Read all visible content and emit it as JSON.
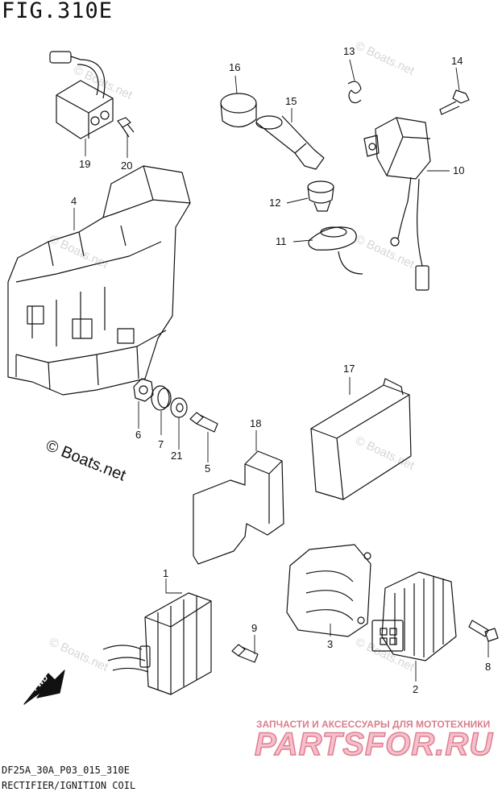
{
  "figure": {
    "title": "FIG.310E",
    "code": "DF25A_30A_P03_015_310E",
    "description": "RECTIFIER/IGNITION COIL"
  },
  "copyright": "© Boats.net",
  "watermark": "© Boats.net",
  "direction_label": "FWD",
  "shop": {
    "tagline": "ЗАПЧАСТИ И АКСЕССУАРЫ ДЛЯ МОТОТЕХНИКИ",
    "logo": "PARTSFOR.RU"
  },
  "callouts": [
    "1",
    "2",
    "3",
    "4",
    "5",
    "6",
    "7",
    "8",
    "9",
    "10",
    "11",
    "12",
    "13",
    "14",
    "15",
    "16",
    "17",
    "18",
    "19",
    "20",
    "21"
  ],
  "colors": {
    "line": "#111111",
    "watermark": "#d6d6d6",
    "logo_fill": "#f4c1ca",
    "logo_stroke": "#e27d92"
  }
}
